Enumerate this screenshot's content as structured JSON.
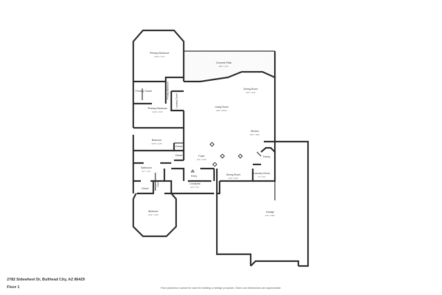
{
  "property": {
    "address": "2782 Sidewheel Dr, Bullhead City, AZ 86429",
    "floor": "Floor 1",
    "disclaimer": "Floor plans/tour cannot be used for building or design purposes. Sizes and dimensions are approximate."
  },
  "rooms": {
    "primary_bedroom_top": {
      "name": "Primary Bedroom",
      "dims": "16'10\" x 11'6\""
    },
    "covered_patio": {
      "name": "Covered Patio",
      "dims": "38'4\" x 6'11\""
    },
    "primary_closet": {
      "name": "Primary Closet"
    },
    "primary_bathroom": {
      "name": "Primary Bathroom"
    },
    "primary_bedroom": {
      "name": "Primary Bedroom",
      "dims": "14'10\" x 15'2\""
    },
    "laundry_closet": {
      "name": "Laundry Closet"
    },
    "dining_room_upper": {
      "name": "Dining Room",
      "dims": "13'5\" x 12'9\""
    },
    "living_room": {
      "name": "Living Room",
      "dims": "24'0\" x 26'10\""
    },
    "kitchen": {
      "name": "Kitchen",
      "dims": "15'8\" x 16'9\""
    },
    "bedroom_mid": {
      "name": "Bedroom",
      "dims": "16'10\" x 11'8\""
    },
    "closet_1": {
      "name": "Closet"
    },
    "closet_2": {
      "name": "Closet"
    },
    "foyer": {
      "name": "Foyer",
      "dims": "11'6\" x 6'10\""
    },
    "pantry": {
      "name": "Pantry"
    },
    "bathroom": {
      "name": "Bathroom",
      "dims": "8'1\" x 7'11\""
    },
    "entry": {
      "name": "Entry"
    },
    "dining_room_lower": {
      "name": "Dining Room",
      "dims": "10'3\" x 10'6\""
    },
    "laundry_room": {
      "name": "Laundry Room",
      "dims": "7'2\" x 9'4\""
    },
    "closet_3": {
      "name": "Closet"
    },
    "closet_4": {
      "name": "Closet"
    },
    "courtyard": {
      "name": "Courtyard",
      "dims": "14'0\" x 6'3\""
    },
    "bedroom_bottom": {
      "name": "Bedroom",
      "dims": "13'11\" x 16'6\""
    },
    "garage": {
      "name": "Garage",
      "dims": "27'5\" x 36'9\""
    }
  }
}
